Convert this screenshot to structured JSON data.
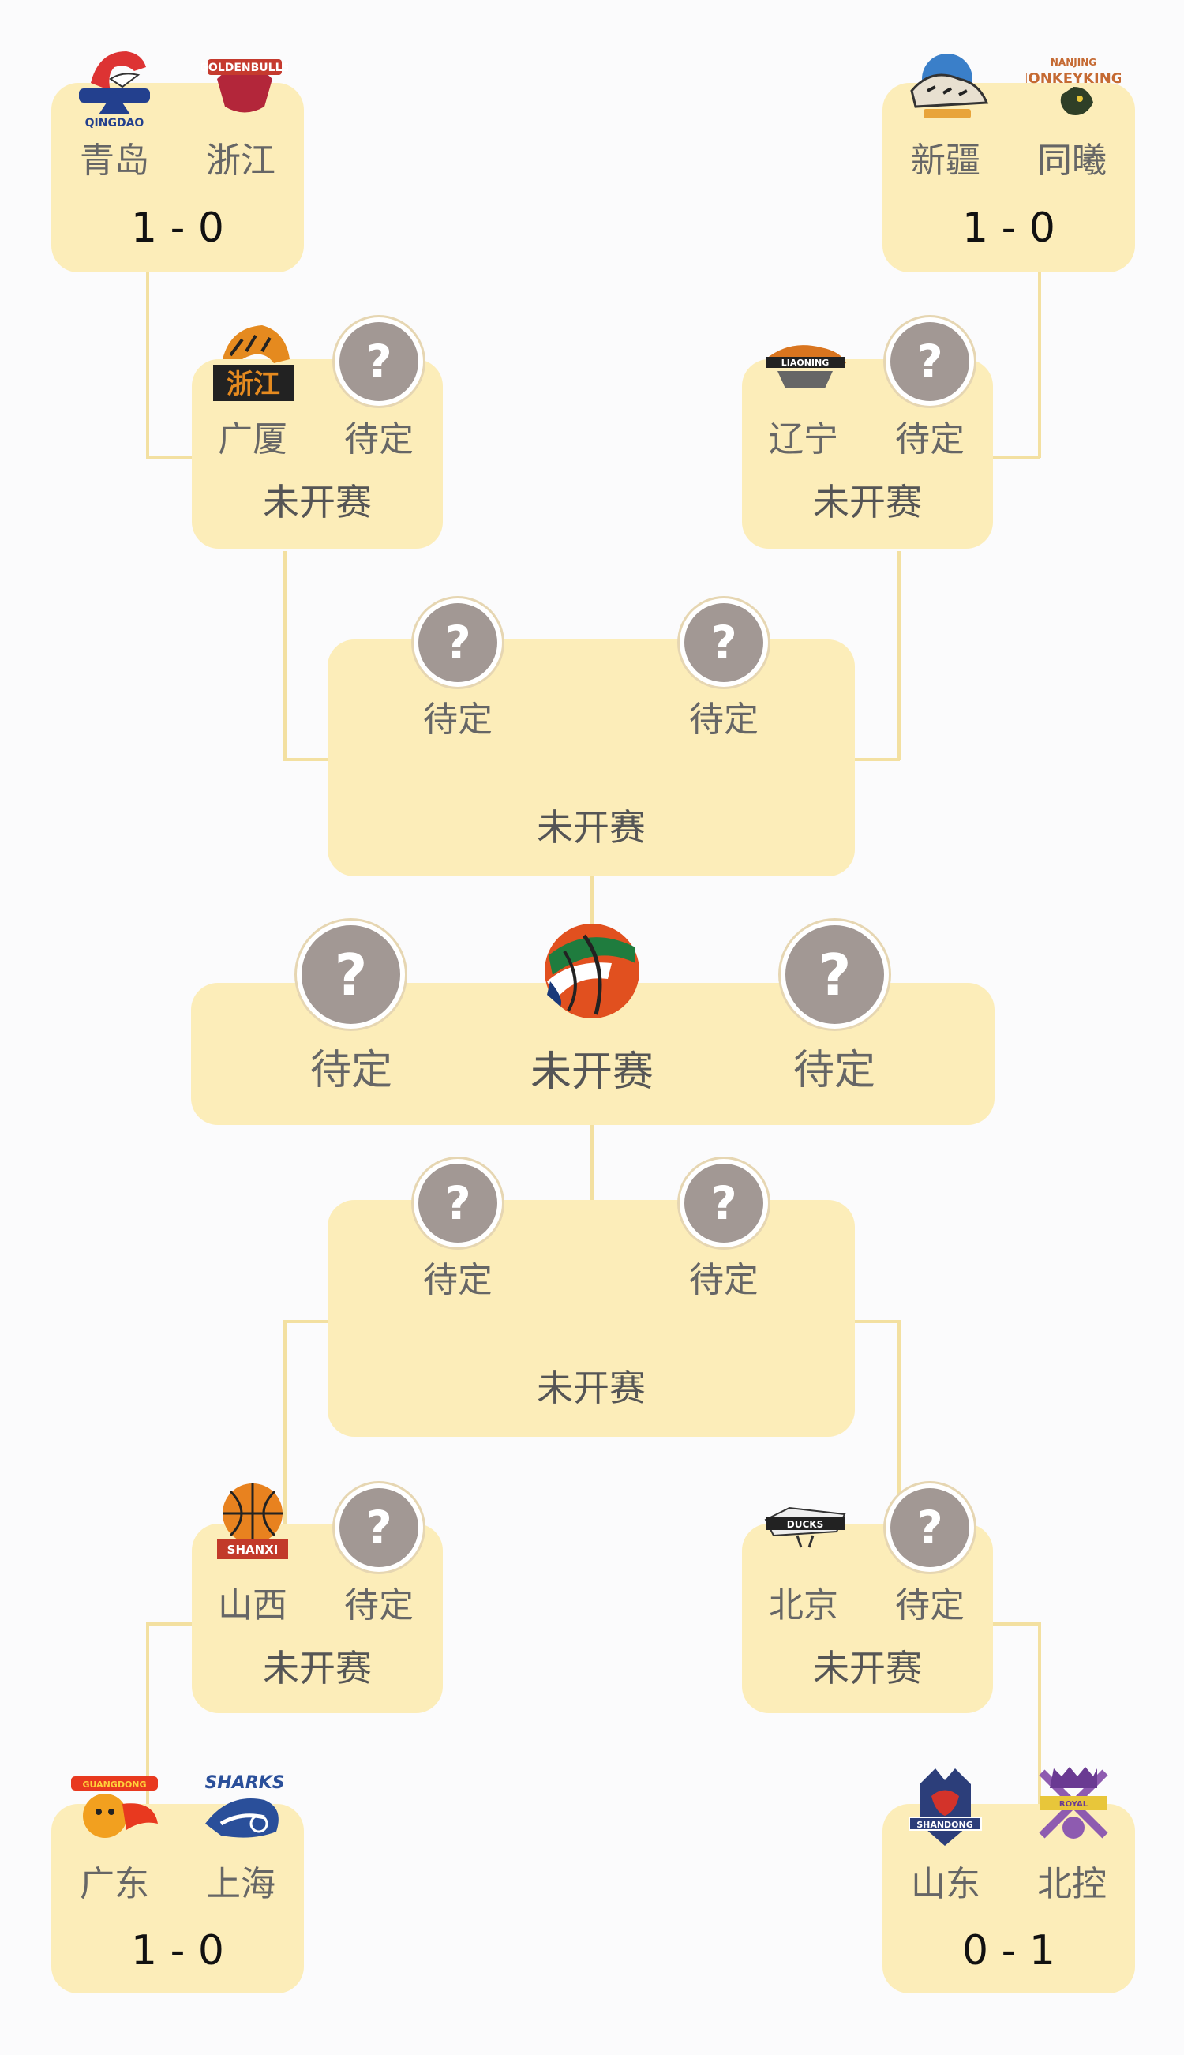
{
  "pending_label": "待定",
  "not_started_label": "未开赛",
  "question_mark": "?",
  "matches": {
    "qf_top_left": {
      "team1": "青岛",
      "team2": "浙江",
      "score": "1 - 0"
    },
    "qf_top_right": {
      "team1": "新疆",
      "team2": "同曦",
      "score": "1 - 0"
    },
    "qf_bottom_left": {
      "team1": "广东",
      "team2": "上海",
      "score": "1 - 0"
    },
    "qf_bottom_right": {
      "team1": "山东",
      "team2": "北控",
      "score": "0 - 1"
    },
    "r2_top_left": {
      "team1": "广厦",
      "team2": "待定",
      "status": "未开赛"
    },
    "r2_top_right": {
      "team1": "辽宁",
      "team2": "待定",
      "status": "未开赛"
    },
    "r2_bottom_left": {
      "team1": "山西",
      "team2": "待定",
      "status": "未开赛"
    },
    "r2_bottom_right": {
      "team1": "北京",
      "team2": "待定",
      "status": "未开赛"
    },
    "semi_top": {
      "team1": "待定",
      "team2": "待定",
      "status": "未开赛"
    },
    "semi_bottom": {
      "team1": "待定",
      "team2": "待定",
      "status": "未开赛"
    },
    "final": {
      "team1": "待定",
      "team2": "待定",
      "status": "未开赛"
    }
  },
  "logos": {
    "qingdao": "qingdao-eagle-logo",
    "zhejiang_golden_bulls": "zhejiang-golden-bulls-logo",
    "xinjiang": "xinjiang-tigers-logo",
    "tongxi": "nanjing-monkey-kings-logo",
    "guangsha": "zhejiang-guangsha-lions-logo",
    "liaoning": "liaoning-flying-leopards-logo",
    "shanxi": "shanxi-loongs-logo",
    "beijing": "beijing-ducks-logo",
    "guangdong": "guangdong-southern-tigers-logo",
    "shanghai": "shanghai-sharks-logo",
    "shandong": "shandong-heroes-logo",
    "beikong": "beijing-royal-fighters-logo",
    "cba": "cba-basketball-logo"
  },
  "colors": {
    "card": "#fcedb9",
    "connector": "#f3e0a1",
    "placeholder_circle": "#a29894",
    "background": "#fbfbfc"
  }
}
